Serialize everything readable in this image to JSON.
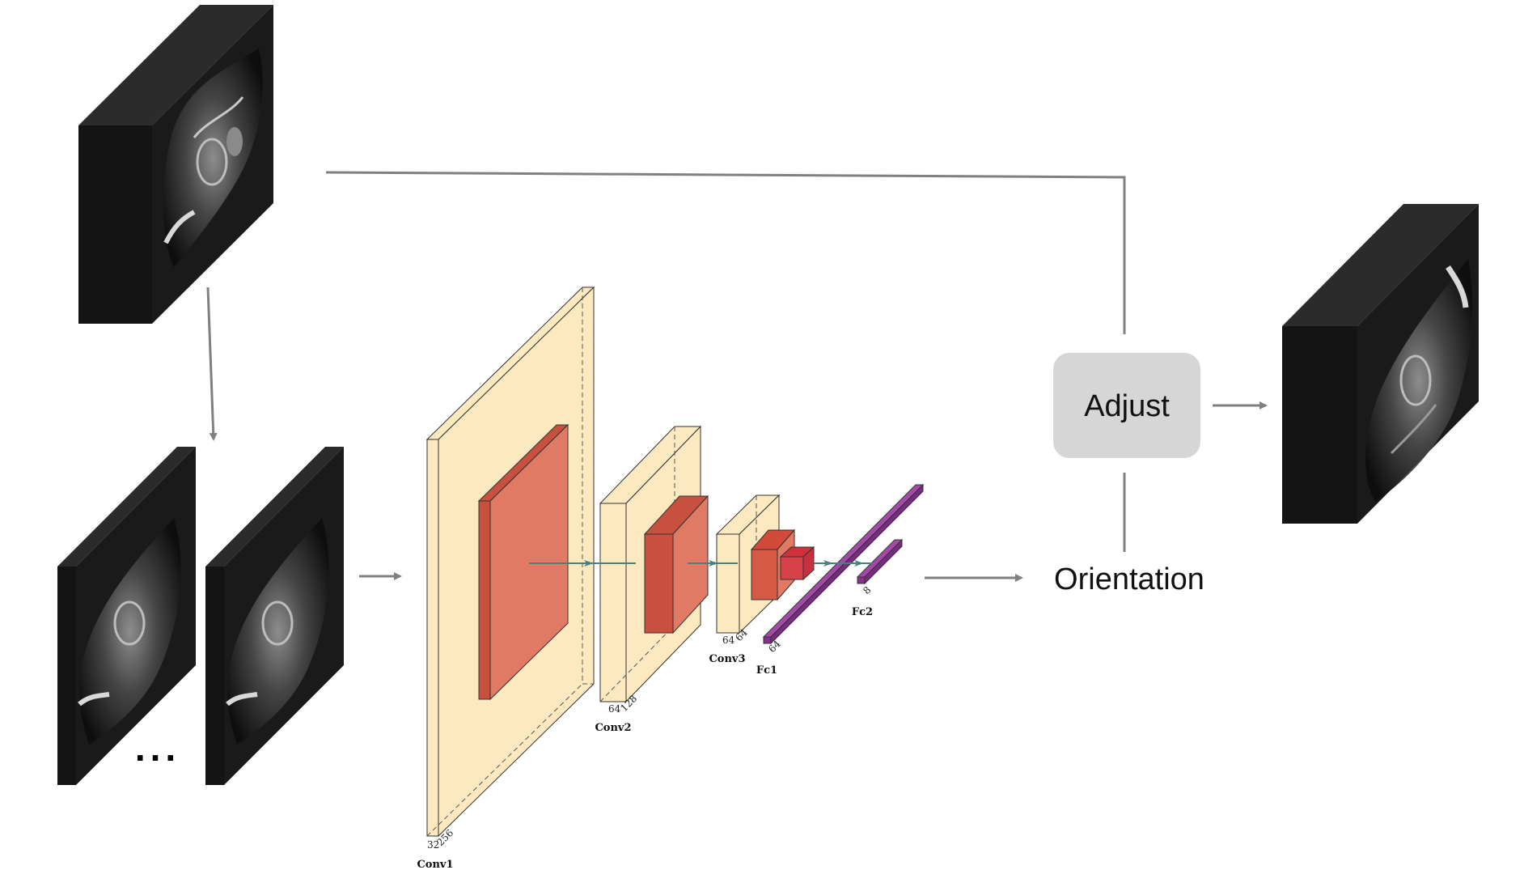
{
  "adjust": {
    "label": "Adjust"
  },
  "orientation": {
    "label": "Orientation"
  },
  "ellipsis": {
    "label": "..."
  },
  "layers": {
    "conv1": {
      "name": "Conv1",
      "dim_a": "32",
      "dim_b": "256"
    },
    "conv2": {
      "name": "Conv2",
      "dim_a": "64",
      "dim_b": "128"
    },
    "conv3": {
      "name": "Conv3",
      "dim_a": "64",
      "dim_b": "64"
    },
    "fc1": {
      "name": "Fc1",
      "dim": "64"
    },
    "fc2": {
      "name": "Fc2",
      "dim": "8"
    }
  },
  "colors": {
    "volume_front": "#151515",
    "volume_top": "#2a2a2a",
    "volume_side": "#1e1e1e",
    "arrow": "#808080",
    "conv_fill": "#fde9c0",
    "pool_fill": "#e07a64",
    "pool_dark": "#c8503e",
    "fc_fill": "#8a2f8f",
    "inner_arrow": "#4a8080",
    "adjust_fill": "#d6d6d6"
  }
}
